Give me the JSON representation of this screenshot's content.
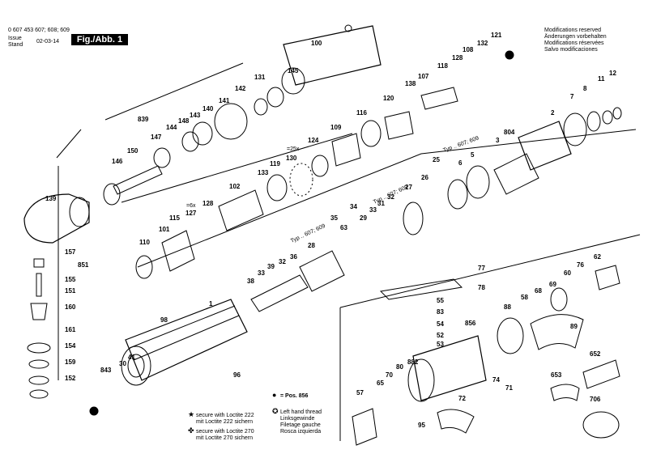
{
  "header": {
    "doc_number": "0 607 453 607; 608; 609",
    "issue_label": "Issue",
    "stand_label": "Stand",
    "issue_date": "02-03-14",
    "figure": "Fig./Abb. 1"
  },
  "modifications": [
    "Modifications reserved",
    "Änderungen vorbehalten",
    "Modifications réservées",
    "Salvo modificaciones"
  ],
  "legend": {
    "loctite222": [
      "secure with Loctite 222",
      "mit Loctite 222 sichern"
    ],
    "loctite270": [
      "secure with Loctite 270",
      "mit Loctite 270 sichern"
    ],
    "pos_ref": "= Pos. 856",
    "left_thread": [
      "Left hand thread",
      "Linksgewinde",
      "Filetage gauche",
      "Rosca izquierda"
    ]
  },
  "typ_labels": {
    "typ_607_609_a": "Typ .. 607; 609",
    "typ_607_609_b": "Typ .. 607; 609",
    "typ_607_609_c": "Typ .. 607; 609"
  },
  "x25": "=25x",
  "x6": "=6x",
  "parts": [
    "100",
    "145",
    "131",
    "142",
    "141",
    "140",
    "143",
    "148",
    "144",
    "839",
    "147",
    "150",
    "146",
    "139",
    "157",
    "851",
    "155",
    "151",
    "160",
    "161",
    "154",
    "159",
    "152",
    "110",
    "101",
    "115",
    "127",
    "128",
    "102",
    "133",
    "119",
    "130",
    "124",
    "109",
    "116",
    "120",
    "138",
    "107",
    "118",
    "128b",
    "108",
    "132",
    "121",
    "804",
    "2",
    "7",
    "8",
    "11",
    "12",
    "3",
    "25",
    "6",
    "5",
    "26",
    "27",
    "35",
    "63",
    "34",
    "33",
    "31",
    "32",
    "29",
    "28",
    "36",
    "33b",
    "39",
    "38",
    "32b",
    "1",
    "98",
    "96",
    "30",
    "41",
    "843",
    "77",
    "78",
    "55",
    "83",
    "54",
    "52",
    "53",
    "856",
    "88",
    "58",
    "68",
    "69",
    "60",
    "76",
    "62",
    "89",
    "652",
    "653",
    "706",
    "57",
    "65",
    "70",
    "80",
    "882",
    "74",
    "71",
    "72",
    "95"
  ]
}
